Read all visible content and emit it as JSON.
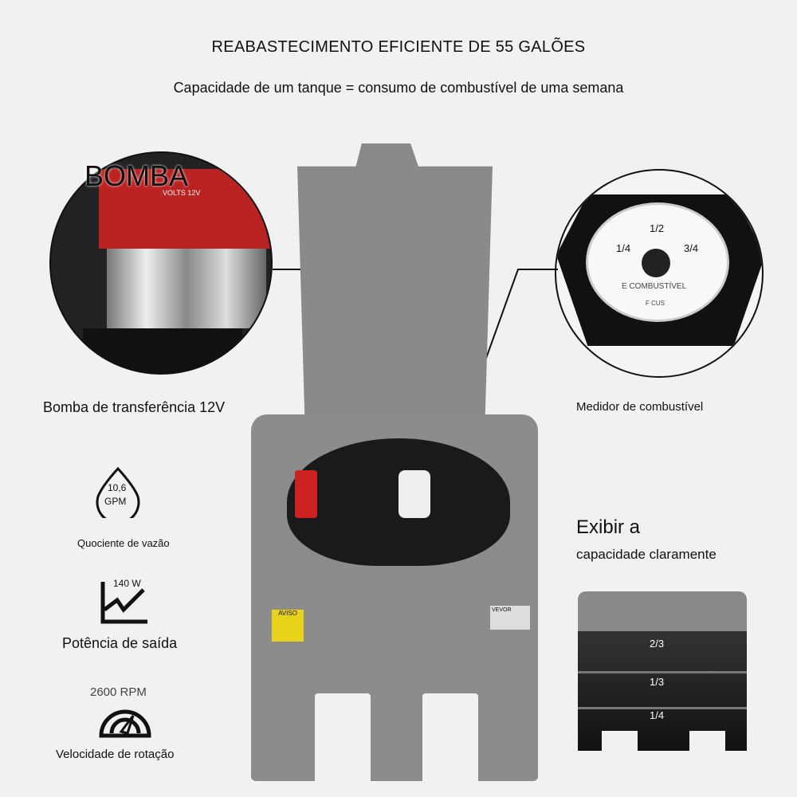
{
  "header": {
    "title": "REABASTECIMENTO EFICIENTE DE 55 GALÕES",
    "subtitle": "Capacidade de um tanque = consumo de combustível de uma semana"
  },
  "pump": {
    "overlay": "BOMBA",
    "caption": "Bomba de transferência 12V",
    "label_text": "VOLTS 12V"
  },
  "gauge": {
    "caption": "Medidor de combustível",
    "marks": [
      "1/4",
      "1/2",
      "3/4"
    ],
    "dial_text": "E COMBUSTÍVEL",
    "brand": "F CUS"
  },
  "specs": [
    {
      "value": "10,6",
      "unit": "GPM",
      "label": "Quociente de vazão",
      "icon": "drop-icon"
    },
    {
      "value": "140 W",
      "label": "Potência de saída",
      "icon": "chart-line-icon"
    },
    {
      "value": "2600 RPM",
      "label": "Velocidade de rotação",
      "icon": "speedometer-icon"
    }
  ],
  "capacity": {
    "title": "Exibir a",
    "subtitle": "capacidade claramente",
    "levels": [
      "2/3",
      "1/3",
      "1/4"
    ]
  },
  "tank": {
    "warning": "AVISO",
    "brand": "VEVOR"
  }
}
